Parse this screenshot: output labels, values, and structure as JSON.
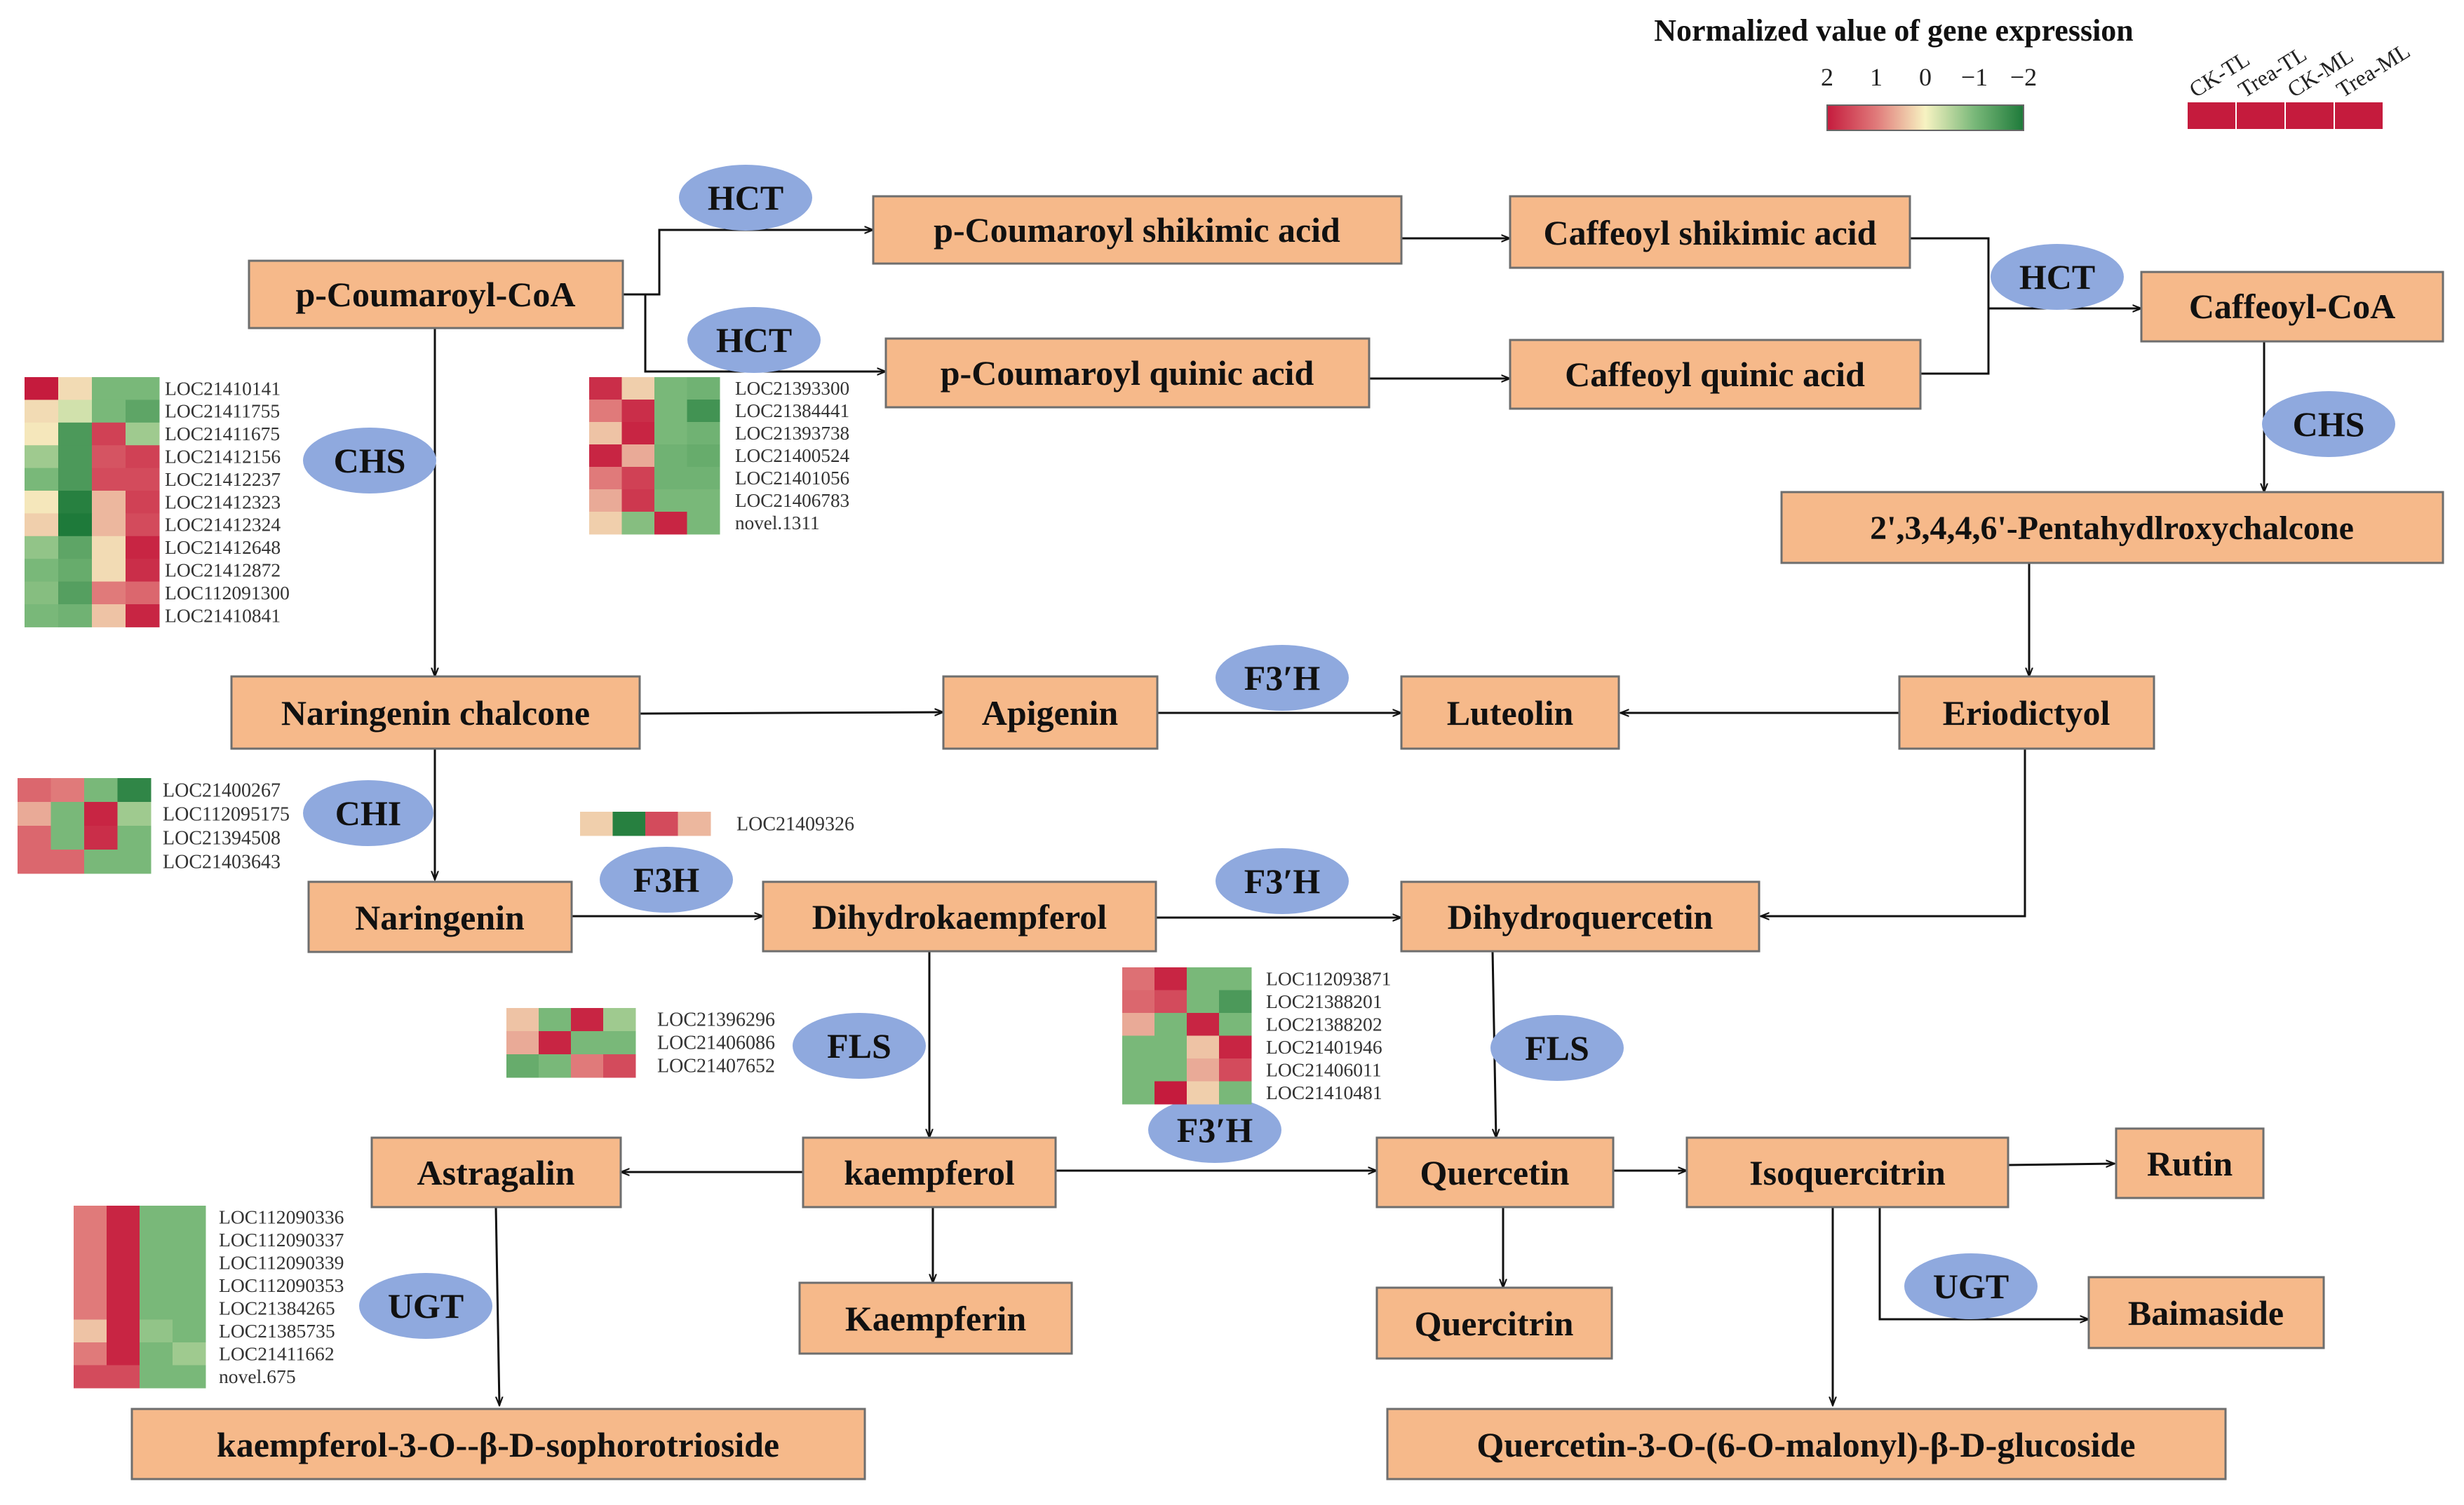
{
  "colors": {
    "node_fill": "#F6B98A",
    "node_border": "#6e6e6e",
    "enzyme_fill": "#8FA9DE",
    "heat_high": "#C51B3D",
    "heat_mid_high": "#E07A7A",
    "heat_zero": "#F7F3C2",
    "heat_mid_low": "#79B879",
    "heat_low": "#1E7A3A"
  },
  "legend": {
    "title": "Normalized value of gene expression",
    "ticks": [
      "2",
      "1",
      "0",
      "−1",
      "−2"
    ],
    "samples": [
      "CK-TL",
      "Trea-TL",
      "CK-ML",
      "Trea-ML"
    ]
  },
  "nodes": {
    "pcoumaroyl_coa": "p-Coumaroyl-CoA",
    "pcoumaroyl_shikimic": "p-Coumaroyl shikimic acid",
    "caffeoyl_shikimic": "Caffeoyl shikimic acid",
    "pcoumaroyl_quinic": "p-Coumaroyl quinic acid",
    "caffeoyl_quinic": "Caffeoyl quinic acid",
    "caffeoyl_coa": "Caffeoyl-CoA",
    "pentahydroxychalcone": "2',3,4,4,6'-Pentahydlroxychalcone",
    "naringenin_chalcone": "Naringenin chalcone",
    "apigenin": "Apigenin",
    "luteolin": "Luteolin",
    "eriodictyol": "Eriodictyol",
    "naringenin": "Naringenin",
    "dihydrokaempferol": "Dihydrokaempferol",
    "dihydroquercetin": "Dihydroquercetin",
    "astragalin": "Astragalin",
    "kaempferol": "kaempferol",
    "quercetin": "Quercetin",
    "isoquercitrin": "Isoquercitrin",
    "rutin": "Rutin",
    "kaempferin": "Kaempferin",
    "quercitrin": "Quercitrin",
    "baimaside": "Baimaside",
    "kaempferol_glycoside": "kaempferol-3-O--β-D-sophorotrioside",
    "quercetin_glucoside": "Quercetin-3-O-(6-O-malonyl)-β-D-glucoside"
  },
  "enzymes": {
    "hct_1": "HCT",
    "hct_2": "HCT",
    "hct_3": "HCT",
    "chs_1": "CHS",
    "chs_2": "CHS",
    "f3ph_1": "F3′H",
    "chi": "CHI",
    "f3h": "F3H",
    "f3ph_2": "F3′H",
    "fls_1": "FLS",
    "fls_2": "FLS",
    "f3ph_3": "F3′H",
    "ugt_1": "UGT",
    "ugt_2": "UGT"
  },
  "heatmaps": {
    "chs": {
      "genes": [
        "LOC21410141",
        "LOC21411755",
        "LOC21411675",
        "LOC21412156",
        "LOC21412237",
        "LOC21412323",
        "LOC21412324",
        "LOC21412648",
        "LOC21412872",
        "LOC112091300",
        "LOC21410841"
      ],
      "values": [
        [
          2.0,
          0.2,
          -1.0,
          -1.0
        ],
        [
          0.2,
          -0.3,
          -1.0,
          -1.3
        ],
        [
          0.1,
          -1.5,
          1.6,
          -0.7
        ],
        [
          -0.7,
          -1.5,
          1.4,
          1.6
        ],
        [
          -1.0,
          -1.5,
          1.5,
          1.5
        ],
        [
          0.1,
          -1.9,
          0.5,
          1.6
        ],
        [
          0.3,
          -2.0,
          0.5,
          1.5
        ],
        [
          -0.8,
          -1.3,
          0.2,
          1.9
        ],
        [
          -1.0,
          -1.2,
          0.2,
          1.8
        ],
        [
          -0.9,
          -1.4,
          1.0,
          1.2
        ],
        [
          -1.0,
          -1.1,
          0.4,
          1.9
        ]
      ]
    },
    "hct": {
      "genes": [
        "LOC21393300",
        "LOC21384441",
        "LOC21393738",
        "LOC21400524",
        "LOC21401056",
        "LOC21406783",
        "novel.1311"
      ],
      "values": [
        [
          1.8,
          0.3,
          -1.0,
          -1.1
        ],
        [
          1.0,
          1.8,
          -1.0,
          -1.6
        ],
        [
          0.4,
          1.9,
          -1.0,
          -1.1
        ],
        [
          1.9,
          0.6,
          -1.1,
          -1.2
        ],
        [
          1.0,
          1.6,
          -1.1,
          -1.1
        ],
        [
          0.6,
          1.7,
          -1.0,
          -1.0
        ],
        [
          0.3,
          -0.9,
          1.9,
          -1.0
        ]
      ]
    },
    "chi": {
      "genes": [
        "LOC21400267",
        "LOC112095175",
        "LOC21394508",
        "LOC21403643"
      ],
      "values": [
        [
          1.2,
          1.0,
          -1.0,
          -1.8
        ],
        [
          0.6,
          -1.0,
          1.9,
          -0.7
        ],
        [
          1.2,
          -1.0,
          1.8,
          -1.0
        ],
        [
          1.2,
          1.2,
          -1.0,
          -1.0
        ]
      ]
    },
    "f3h": {
      "genes": [
        "LOC21409326"
      ],
      "values": [
        [
          0.3,
          -1.9,
          1.5,
          0.5
        ]
      ]
    },
    "fls1": {
      "genes": [
        "LOC21396296",
        "LOC21406086",
        "LOC21407652"
      ],
      "values": [
        [
          0.4,
          -1.0,
          1.9,
          -0.7
        ],
        [
          0.6,
          1.9,
          -1.0,
          -1.0
        ],
        [
          -1.2,
          -1.0,
          1.0,
          1.5
        ]
      ]
    },
    "f3ph": {
      "genes": [
        "LOC112093871",
        "LOC21388201",
        "LOC21388202",
        "LOC21401946",
        "LOC21406011",
        "LOC21410481"
      ],
      "values": [
        [
          1.1,
          1.9,
          -1.0,
          -1.0
        ],
        [
          1.2,
          1.5,
          -1.0,
          -1.5
        ],
        [
          0.6,
          -1.0,
          1.9,
          -1.0
        ],
        [
          -1.0,
          -1.0,
          0.4,
          1.9
        ],
        [
          -1.0,
          -1.0,
          0.6,
          1.5
        ],
        [
          -1.0,
          2.0,
          0.3,
          -1.0
        ]
      ]
    },
    "ugt": {
      "genes": [
        "LOC112090336",
        "LOC112090337",
        "LOC112090339",
        "LOC112090353",
        "LOC21384265",
        "LOC21385735",
        "LOC21411662",
        "novel.675"
      ],
      "values": [
        [
          1.0,
          1.9,
          -1.0,
          -1.0
        ],
        [
          1.0,
          1.9,
          -1.0,
          -1.0
        ],
        [
          1.0,
          1.9,
          -1.0,
          -1.0
        ],
        [
          1.0,
          1.9,
          -1.0,
          -1.0
        ],
        [
          1.0,
          1.9,
          -1.0,
          -1.0
        ],
        [
          0.4,
          1.9,
          -0.8,
          -1.0
        ],
        [
          1.0,
          1.9,
          -1.0,
          -0.7
        ],
        [
          1.5,
          1.5,
          -1.0,
          -1.0
        ]
      ]
    }
  }
}
